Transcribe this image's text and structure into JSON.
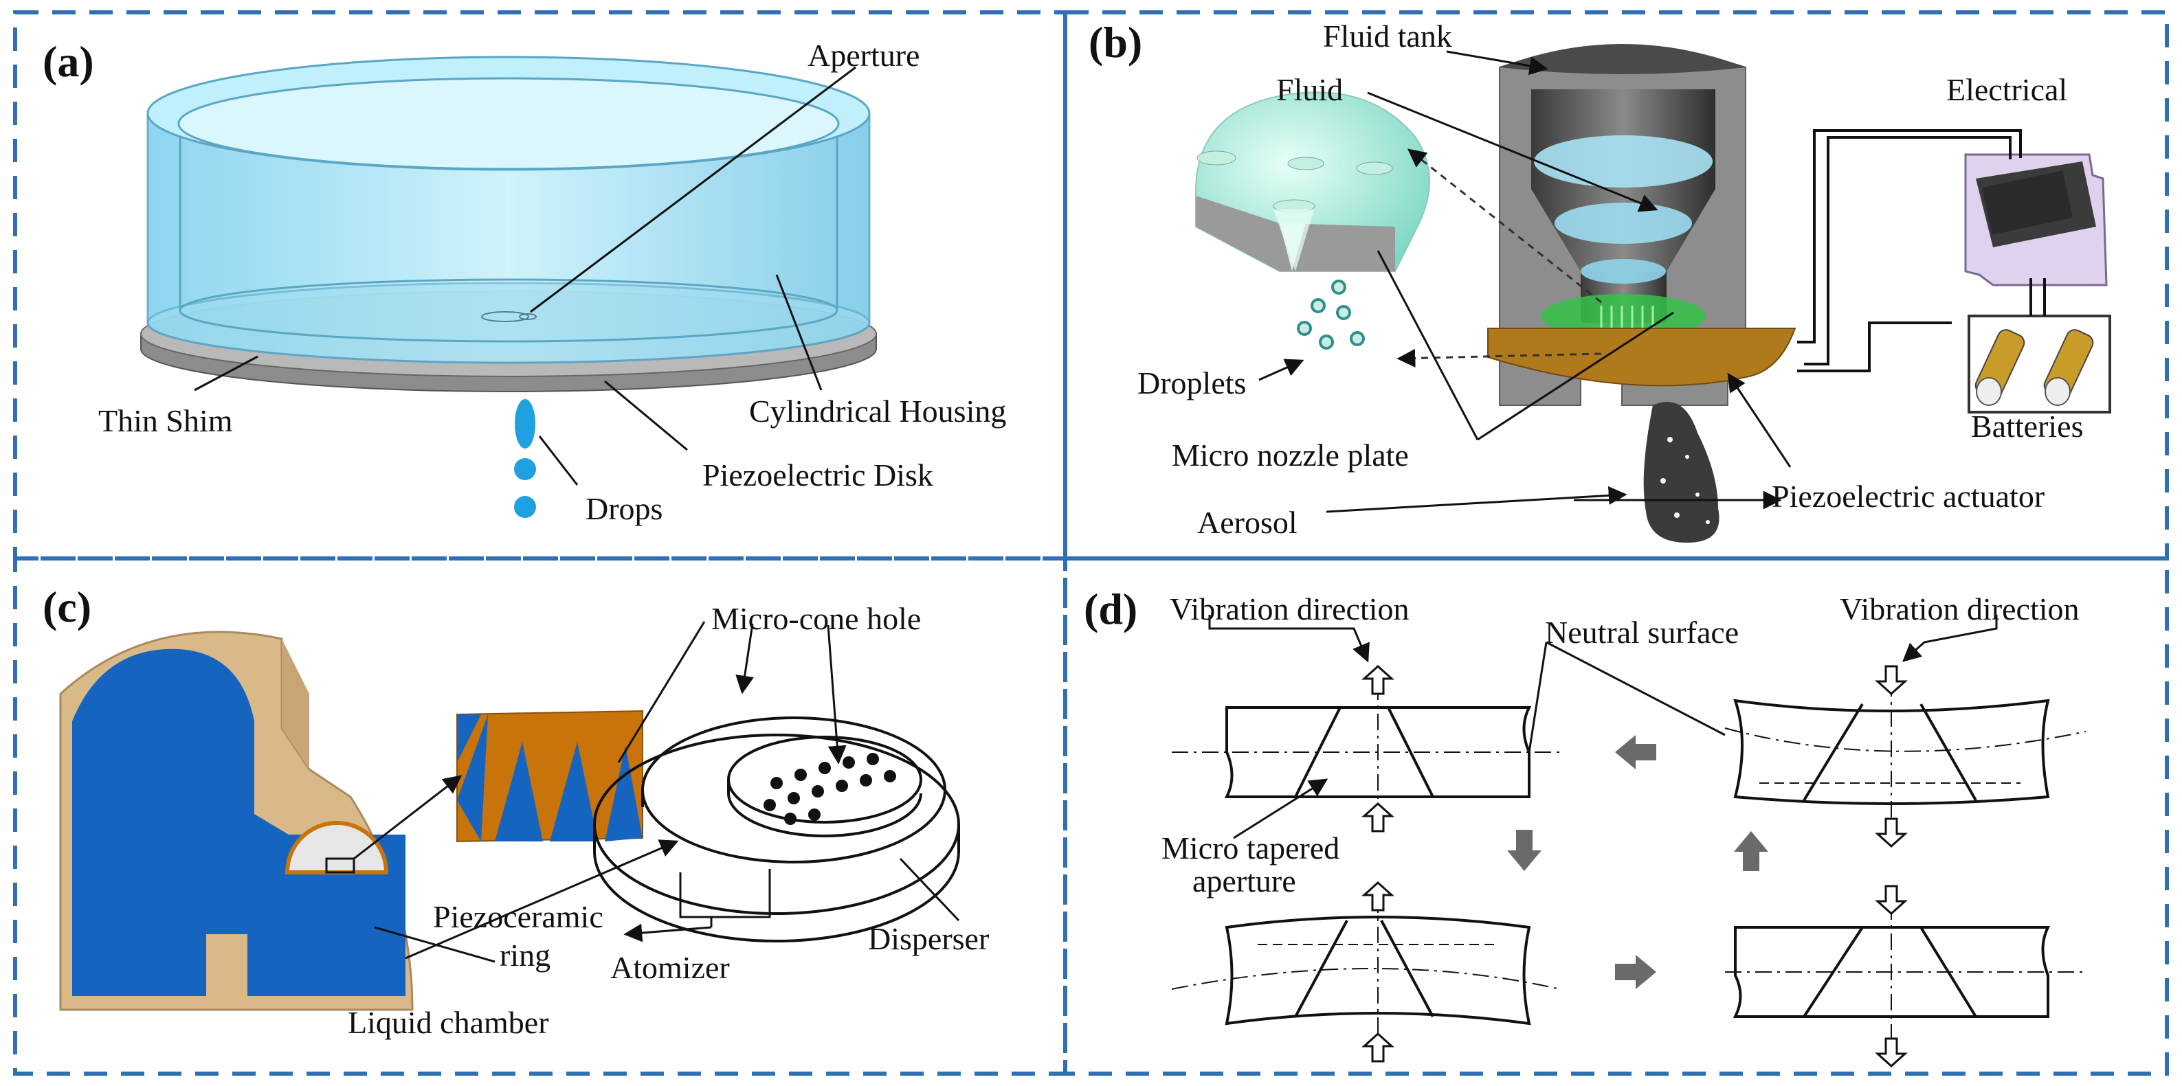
{
  "panels": {
    "a": {
      "label": "(a)",
      "aperture": "Aperture",
      "thin_shim": "Thin Shim",
      "cylindrical_housing": "Cylindrical Housing",
      "piezoelectric_disk": "Piezoelectric Disk",
      "drops": "Drops"
    },
    "b": {
      "label": "(b)",
      "fluid_tank": "Fluid tank",
      "fluid": "Fluid",
      "electrical": "Electrical",
      "droplets": "Droplets",
      "batteries": "Batteries",
      "micro_nozzle_plate": "Micro nozzle plate",
      "piezoelectric_actuator": "Piezoelectric actuator",
      "aerosol": "Aerosol"
    },
    "c": {
      "label": "(c)",
      "micro_cone_hole": "Micro-cone hole",
      "piezoceramic_ring_1": "Piezoceramic",
      "piezoceramic_ring_2": "ring",
      "atomizer": "Atomizer",
      "disperser": "Disperser",
      "liquid_chamber": "Liquid chamber"
    },
    "d": {
      "label": "(d)",
      "vibration_direction_left": "Vibration direction",
      "vibration_direction_right": "Vibration direction",
      "neutral_surface": "Neutral surface",
      "micro_tapered_1": "Micro tapered",
      "micro_tapered_2": "aperture"
    }
  },
  "colors": {
    "frame": "#2f6fb3",
    "housing": "#a8e4f5",
    "piezo_disk": "#f0b400",
    "drop": "#1fa0e0",
    "chamber_blue": "#1565c0",
    "chamber_tan": "#d9b98a",
    "cone_orange": "#c8740a",
    "actuator": "#b07a1c"
  }
}
